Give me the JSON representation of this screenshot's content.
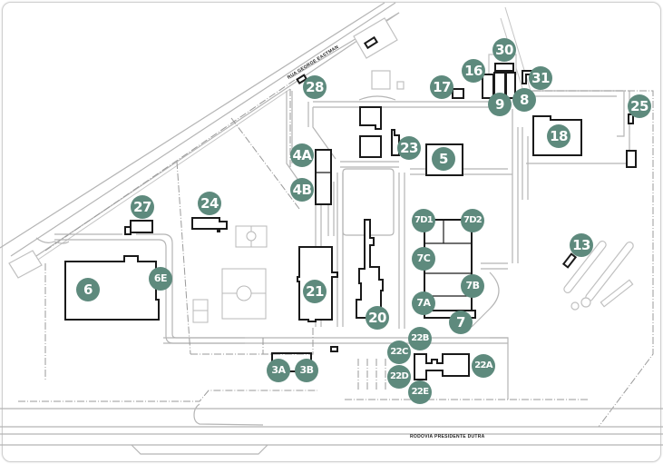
{
  "map": {
    "title": "Site plan",
    "badge_color": "#5e8a7d",
    "streets": {
      "top": "RUA GEORGE EASTMAN",
      "bottom": "RODOVIA PRESIDENTE DUTRA"
    },
    "markers": [
      {
        "id": "30",
        "label": "30"
      },
      {
        "id": "16",
        "label": "16"
      },
      {
        "id": "31",
        "label": "31"
      },
      {
        "id": "17",
        "label": "17"
      },
      {
        "id": "9",
        "label": "9"
      },
      {
        "id": "8",
        "label": "8"
      },
      {
        "id": "28",
        "label": "28"
      },
      {
        "id": "25",
        "label": "25"
      },
      {
        "id": "18",
        "label": "18"
      },
      {
        "id": "4A",
        "label": "4A"
      },
      {
        "id": "23",
        "label": "23"
      },
      {
        "id": "5",
        "label": "5"
      },
      {
        "id": "4B",
        "label": "4B"
      },
      {
        "id": "27",
        "label": "27"
      },
      {
        "id": "24",
        "label": "24"
      },
      {
        "id": "7D1",
        "label": "7D1"
      },
      {
        "id": "7D2",
        "label": "7D2"
      },
      {
        "id": "13",
        "label": "13"
      },
      {
        "id": "7C",
        "label": "7C"
      },
      {
        "id": "6E",
        "label": "6E"
      },
      {
        "id": "6",
        "label": "6"
      },
      {
        "id": "7B",
        "label": "7B"
      },
      {
        "id": "21",
        "label": "21"
      },
      {
        "id": "7A",
        "label": "7A"
      },
      {
        "id": "20",
        "label": "20"
      },
      {
        "id": "7",
        "label": "7"
      },
      {
        "id": "22B",
        "label": "22B"
      },
      {
        "id": "22C",
        "label": "22C"
      },
      {
        "id": "22A",
        "label": "22A"
      },
      {
        "id": "3A",
        "label": "3A"
      },
      {
        "id": "3B",
        "label": "3B"
      },
      {
        "id": "22D",
        "label": "22D"
      },
      {
        "id": "22E",
        "label": "22E"
      }
    ]
  }
}
